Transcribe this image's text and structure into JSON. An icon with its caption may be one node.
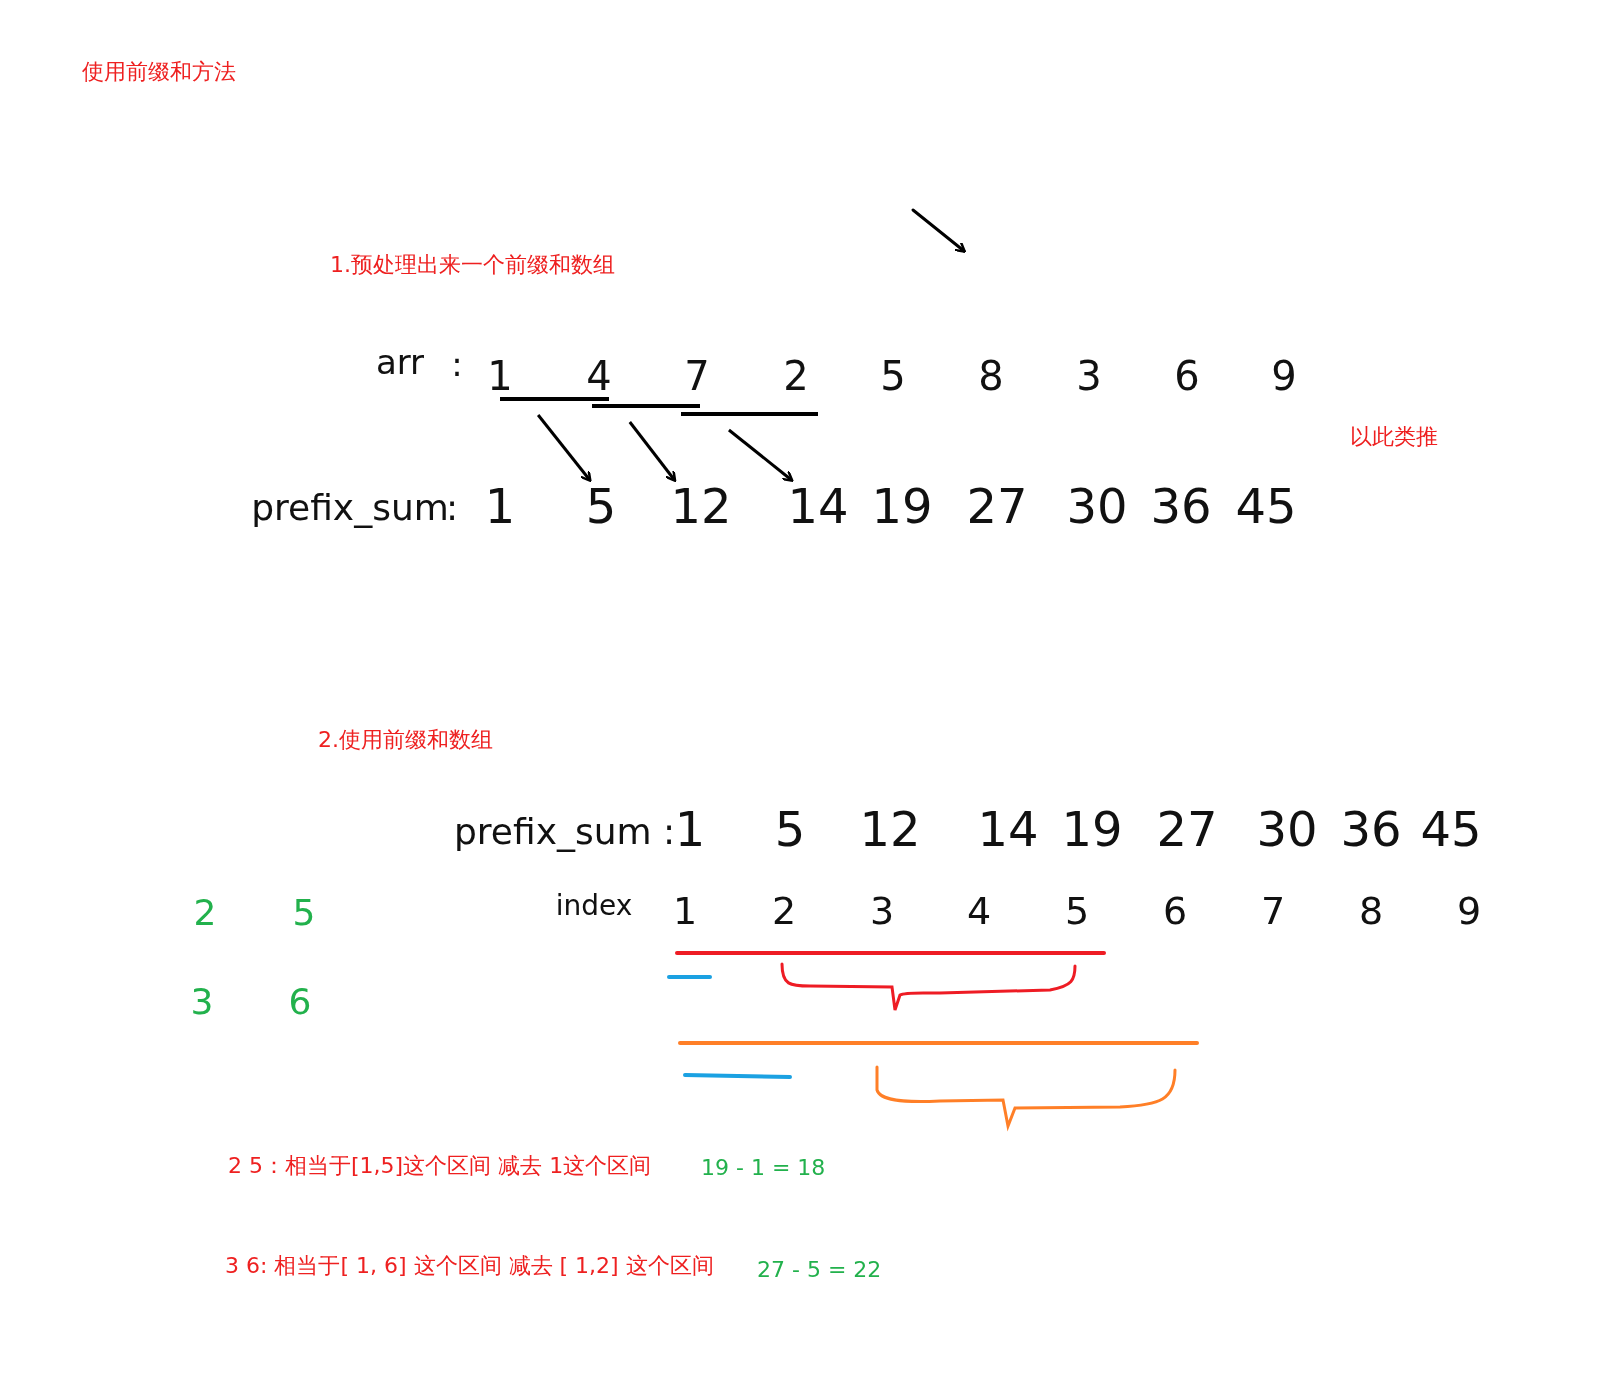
{
  "diagram": {
    "title": "使用前缀和方法",
    "nodes": [
      {
        "text": [],
        "shape": "bar"
      },
      {
        "text": [],
        "shape": "bar"
      },
      {
        "text": [],
        "shape": "bar"
      },
      {
        "text": [
          "1"
        ]
      },
      {
        "text": [
          "5"
        ]
      },
      {
        "text": [
          "12"
        ]
      },
      {
        "text": [
          "14"
        ]
      },
      {
        "text": [
          "19"
        ]
      },
      {
        "text": [
          "27"
        ]
      },
      {
        "text": [
          "30"
        ]
      },
      {
        "text": [
          "36"
        ]
      },
      {
        "text": [
          "45"
        ]
      }
    ],
    "edges": [
      {
        "from": 0,
        "to": 4,
        "arrow": "to"
      },
      {
        "from": 1,
        "to": 5,
        "arrow": "to"
      },
      {
        "from": 2,
        "to": 6,
        "arrow": "to"
      }
    ],
    "labels": [
      "1.预处理出来一个前缀和数组",
      "arr",
      ":",
      "1",
      "4",
      "7",
      "2",
      "5",
      "8",
      "3",
      "6",
      "9",
      "prefix_sum",
      ":",
      "以此类推",
      "2.使用前缀和数组",
      "prefix_sum :",
      "1",
      "5",
      "12",
      "14",
      "19",
      "27",
      "30",
      "36",
      "45",
      "2",
      "5",
      "index",
      "1",
      "2",
      "3",
      "4",
      "5",
      "6",
      "7",
      "8",
      "9",
      "3",
      "6",
      "2 5：相当于[1,5]这个区间 减去 1这个区间",
      "19 - 1 = 18",
      "3 6: 相当于[ 1, 6] 这个区间 减去 [ 1,2] 这个区间",
      "27 - 5 = 22"
    ]
  }
}
